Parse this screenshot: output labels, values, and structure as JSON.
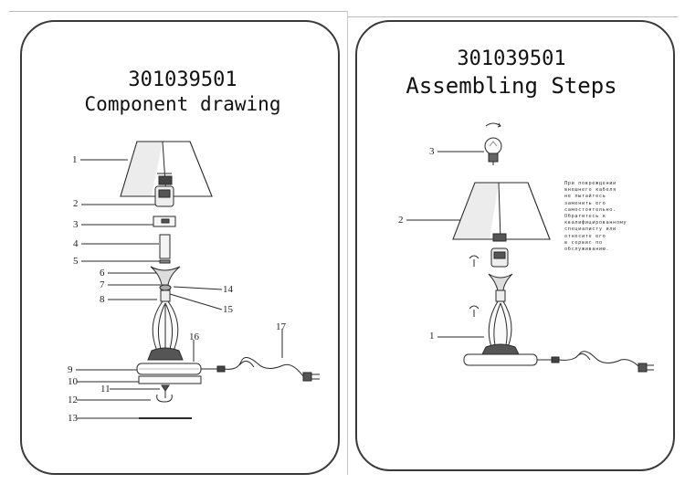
{
  "left_page": {
    "code": "301039501",
    "title": "Component drawing",
    "labels": [
      "1",
      "2",
      "3",
      "4",
      "5",
      "6",
      "7",
      "8",
      "9",
      "10",
      "11",
      "12",
      "13",
      "14",
      "15",
      "16",
      "17"
    ]
  },
  "right_page": {
    "code": "301039501",
    "title": "Assembling Steps",
    "labels": [
      "3",
      "2",
      "1"
    ],
    "note_lines": [
      "При повреждении",
      "внешнего кабеля",
      "не пытайтесь",
      "заменить его",
      "самостоятельно.",
      "Обратитесь к",
      "квалифицированному",
      "специалисту или",
      "отнесите его",
      "в сервис по",
      "обслуживанию."
    ]
  }
}
